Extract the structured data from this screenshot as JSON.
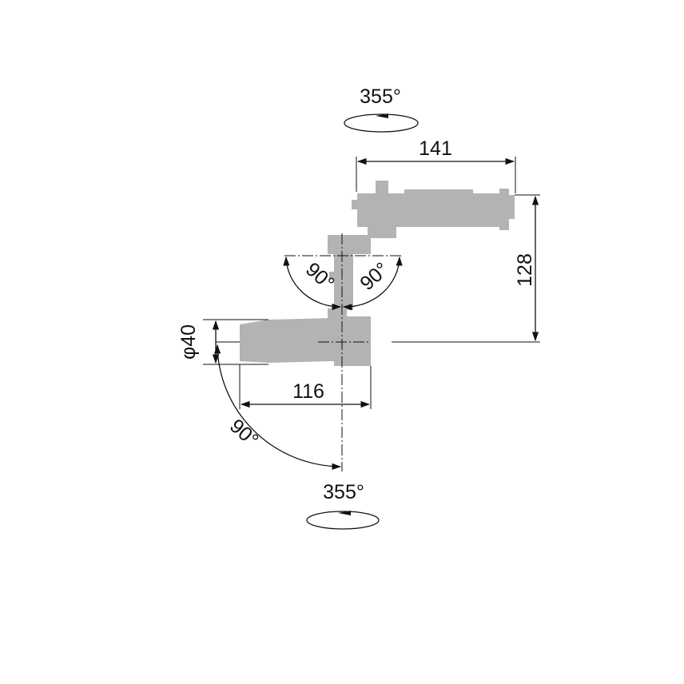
{
  "diagram": {
    "top_rotation": "355°",
    "bottom_rotation": "355°",
    "width_adapter": "141",
    "height": "128",
    "arm_left_angle": "90°",
    "arm_right_angle": "90°",
    "diameter": "φ40",
    "body_length": "116",
    "tilt_angle": "90°"
  },
  "colors": {
    "part_fill": "#b3b3b3",
    "line": "#111111"
  }
}
